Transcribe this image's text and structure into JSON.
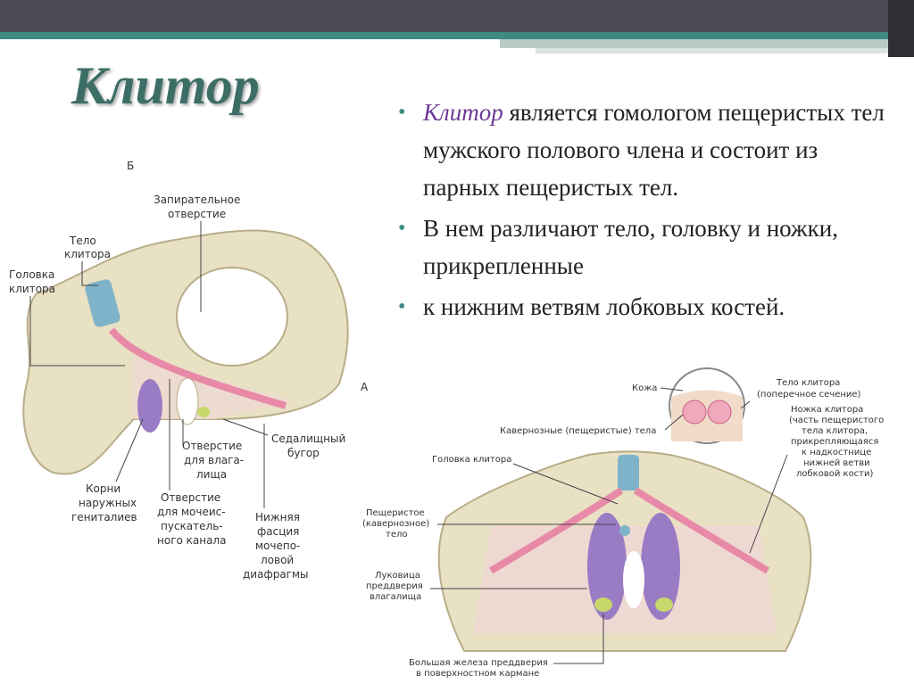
{
  "slide": {
    "title": "Клитор",
    "bullets": [
      {
        "term": "Клитор",
        "text": " является гомологом пещеристых тел мужского полового члена и состоит из парных пещеристых тел."
      },
      {
        "term": "",
        "text": "В нем различают тело, головку и ножки, прикрепленные"
      },
      {
        "term": "",
        "text": "к нижним ветвям лобковых костей."
      }
    ]
  },
  "figure_left": {
    "letter_b": "Б",
    "letter_a": "А",
    "labels": {
      "obturator_1": "Запирательное",
      "obturator_2": "отверстие",
      "body_1": "Тело",
      "body_2": "клитора",
      "glans_1": "Головка",
      "glans_2": "клитора",
      "tuber_1": "Седалищный",
      "tuber_2": "бугор",
      "vagina_1": "Отверстие",
      "vagina_2": "для влага-",
      "vagina_3": "лища",
      "urethra_1": "Отверстие",
      "urethra_2": "для мочеис-",
      "urethra_3": "пускатель-",
      "urethra_4": "ного канала",
      "roots_1": "Корни",
      "roots_2": "наружных",
      "roots_3": "гениталиев",
      "fascia_1": "Нижняя",
      "fascia_2": "фасция",
      "fascia_3": "мочепо-",
      "fascia_4": "ловой",
      "fascia_5": "диафрагмы"
    }
  },
  "figure_right": {
    "labels": {
      "skin": "Кожа",
      "body_section_1": "Тело клитора",
      "body_section_2": "(поперечное сечение)",
      "cavernous": "Кавернозные (пещеристые) тела",
      "glans": "Головка клитора",
      "crus_1": "Ножка клитора",
      "crus_2": "(часть пещеристого",
      "crus_3": "тела клитора,",
      "crus_4": "прикрепляющаяся",
      "crus_5": "к надкостнице",
      "crus_6": "нижней ветви",
      "crus_7": "лобковой кости)",
      "spongy_1": "Пещеристое",
      "spongy_2": "(кавернозное)",
      "spongy_3": "тело",
      "bulb_1": "Луковица",
      "bulb_2": "преддверия",
      "bulb_3": "влагалища",
      "gland_1": "Большая железа преддверия",
      "gland_2": "в поверхностном кармане"
    }
  },
  "colors": {
    "title": "#3c6e66",
    "accent_term": "#6b3a96",
    "bullet_dot": "#3c8f84",
    "topbar": "#4a4a52",
    "bone": "#e9e1c4",
    "pink": "#e889a8",
    "purple": "#9a7cc4",
    "blue": "#7fb3c9"
  }
}
